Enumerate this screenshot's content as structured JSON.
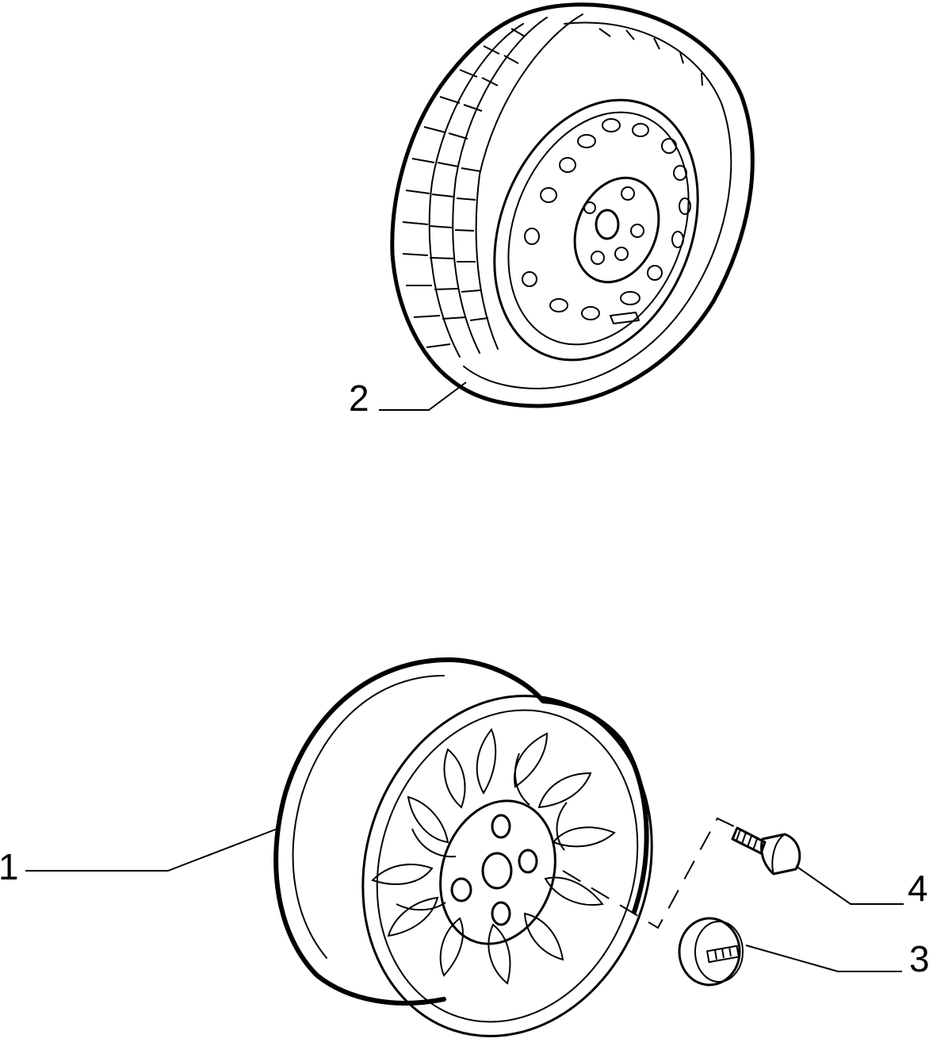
{
  "callouts": {
    "wheel_rim": "1",
    "complete_wheel": "2",
    "center_cap": "3",
    "wheel_bolt": "4"
  },
  "colors": {
    "ink": "#000000",
    "paper": "#ffffff"
  }
}
